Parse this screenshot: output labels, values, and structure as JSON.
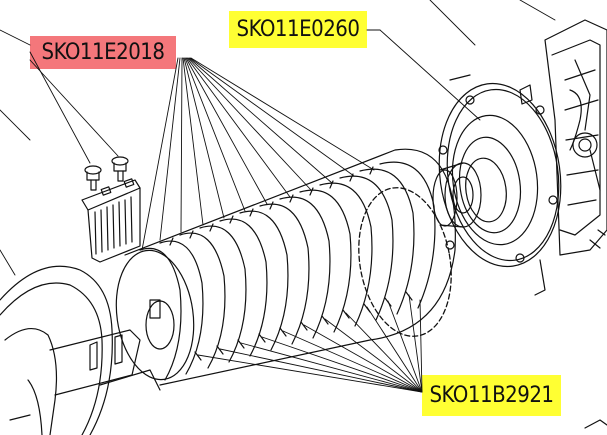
{
  "callouts": [
    {
      "part_number": "SKO11E2018",
      "highlight": "#f4777b"
    },
    {
      "part_number": "SKO11E0260",
      "highlight": "#ffff33"
    },
    {
      "part_number": "SKO11B2921",
      "highlight": "#ffff33"
    }
  ],
  "line_color": "#111111",
  "background": "#ffffff"
}
